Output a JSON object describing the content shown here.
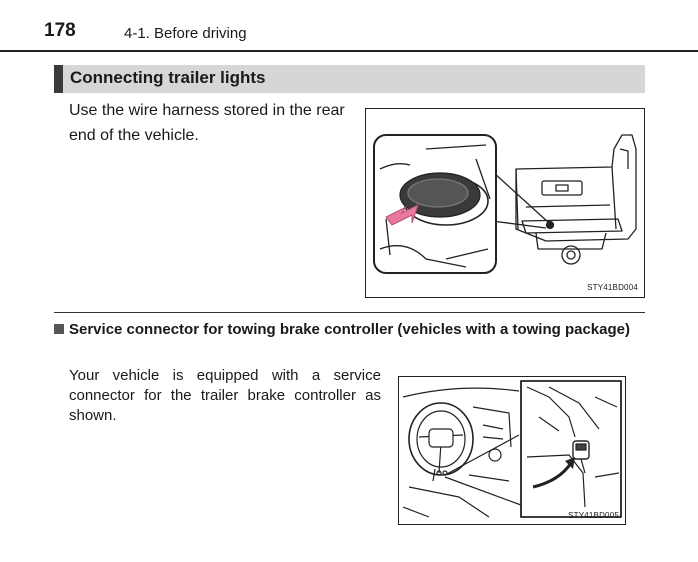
{
  "header": {
    "page_number": "178",
    "chapter": "4-1. Before driving"
  },
  "section": {
    "title": "Connecting trailer lights",
    "body": "Use the wire harness stored in the rear end of the vehicle.",
    "figure_code": "STY41BD004"
  },
  "subsection": {
    "title": "Service connector for towing brake controller (vehicles with a towing package)",
    "body": "Your vehicle is equipped with a service connector for the trailer brake controller as shown.",
    "figure_code": "STY41BD005"
  },
  "colors": {
    "section_bar": "#d6d6d6",
    "accent": "#3a3a3a",
    "arrow": "#e8789c"
  }
}
